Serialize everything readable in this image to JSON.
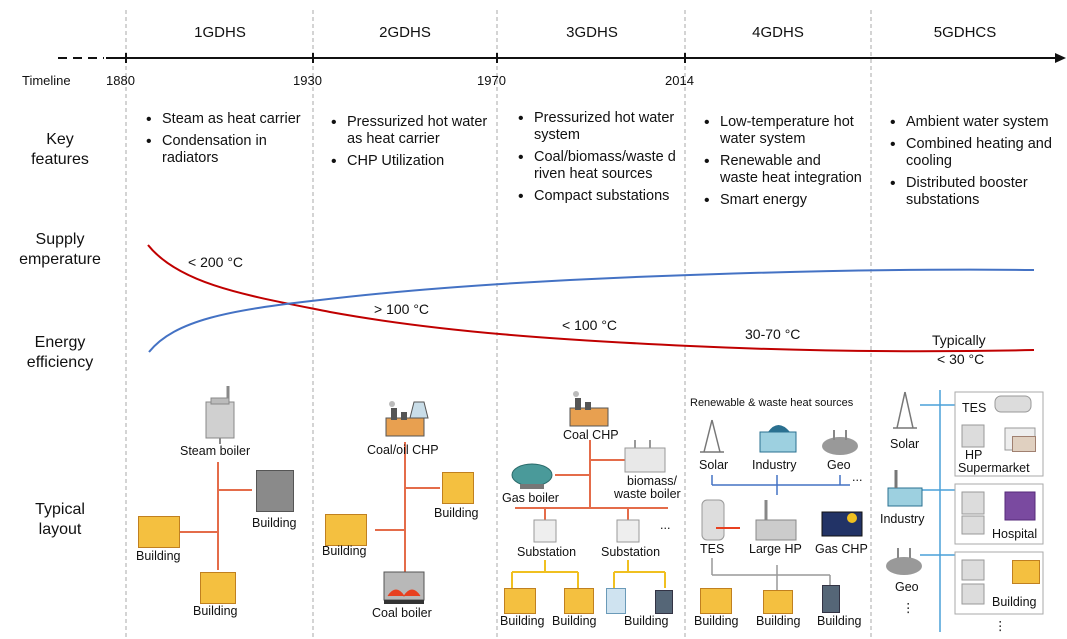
{
  "generations": [
    "1GDHS",
    "2GDHS",
    "3GDHS",
    "4GDHS",
    "5GDHCS"
  ],
  "timeline": {
    "label": "Timeline",
    "years": [
      "1880",
      "1930",
      "1970",
      "2014"
    ]
  },
  "row_labels": {
    "key_features": [
      "Key",
      "features"
    ],
    "supply": [
      "Supply",
      "emperature"
    ],
    "efficiency": [
      "Energy",
      "efficiency"
    ],
    "layout": [
      "Typical",
      "layout"
    ]
  },
  "features": [
    [
      "Steam as heat carrier",
      "Condensation in radiators"
    ],
    [
      "Pressurized hot water as heat carrier",
      "CHP Utilization"
    ],
    [
      "Pressurized hot water system",
      "Coal/biomass/waste driven heat sources",
      "Compact substations"
    ],
    [
      "Low-temperature hot water system",
      "Renewable and waste heat integration",
      "Smart energy"
    ],
    [
      "Ambient water system",
      "Combined heating and cooling",
      "Distributed booster substations"
    ]
  ],
  "temperatures": [
    "< 200 °C",
    "> 100 °C",
    "< 100 °C",
    "30-70 °C",
    "Typically",
    "< 30 °C"
  ],
  "curve_colors": {
    "supply_temperature": "#c00000",
    "efficiency": "#4472c4"
  },
  "layout_labels": {
    "g1": {
      "source": "Steam boiler",
      "b1": "Building",
      "b2": "Building",
      "b3": "Building"
    },
    "g2": {
      "source": "Coal/oil CHP",
      "b1": "Building",
      "b2": "Building",
      "source2": "Coal boiler"
    },
    "g3": {
      "source": "Coal CHP",
      "source2": "Gas boiler",
      "source3": "biomass/",
      "source3b": "waste boiler",
      "sub1": "Substation",
      "sub2": "Substation",
      "ellipsis": "...",
      "b1": "Building",
      "b2": "Building",
      "b3": "Building"
    },
    "g4": {
      "heading": "Renewable & waste heat sources",
      "s1": "Solar",
      "s2": "Industry",
      "s3": "Geo",
      "ellipsis": "...",
      "t1": "TES",
      "t2": "Large HP",
      "t3": "Gas CHP",
      "b1": "Building",
      "b2": "Building",
      "b3": "Building"
    },
    "g5": {
      "s1": "Solar",
      "s2": "Industry",
      "s3": "Geo",
      "dots": "⋮",
      "box1a": "TES",
      "box1b": "HP",
      "box1c": "Supermarket",
      "box2": "Hospital",
      "box3": "Building",
      "dots2": "⋮"
    }
  }
}
